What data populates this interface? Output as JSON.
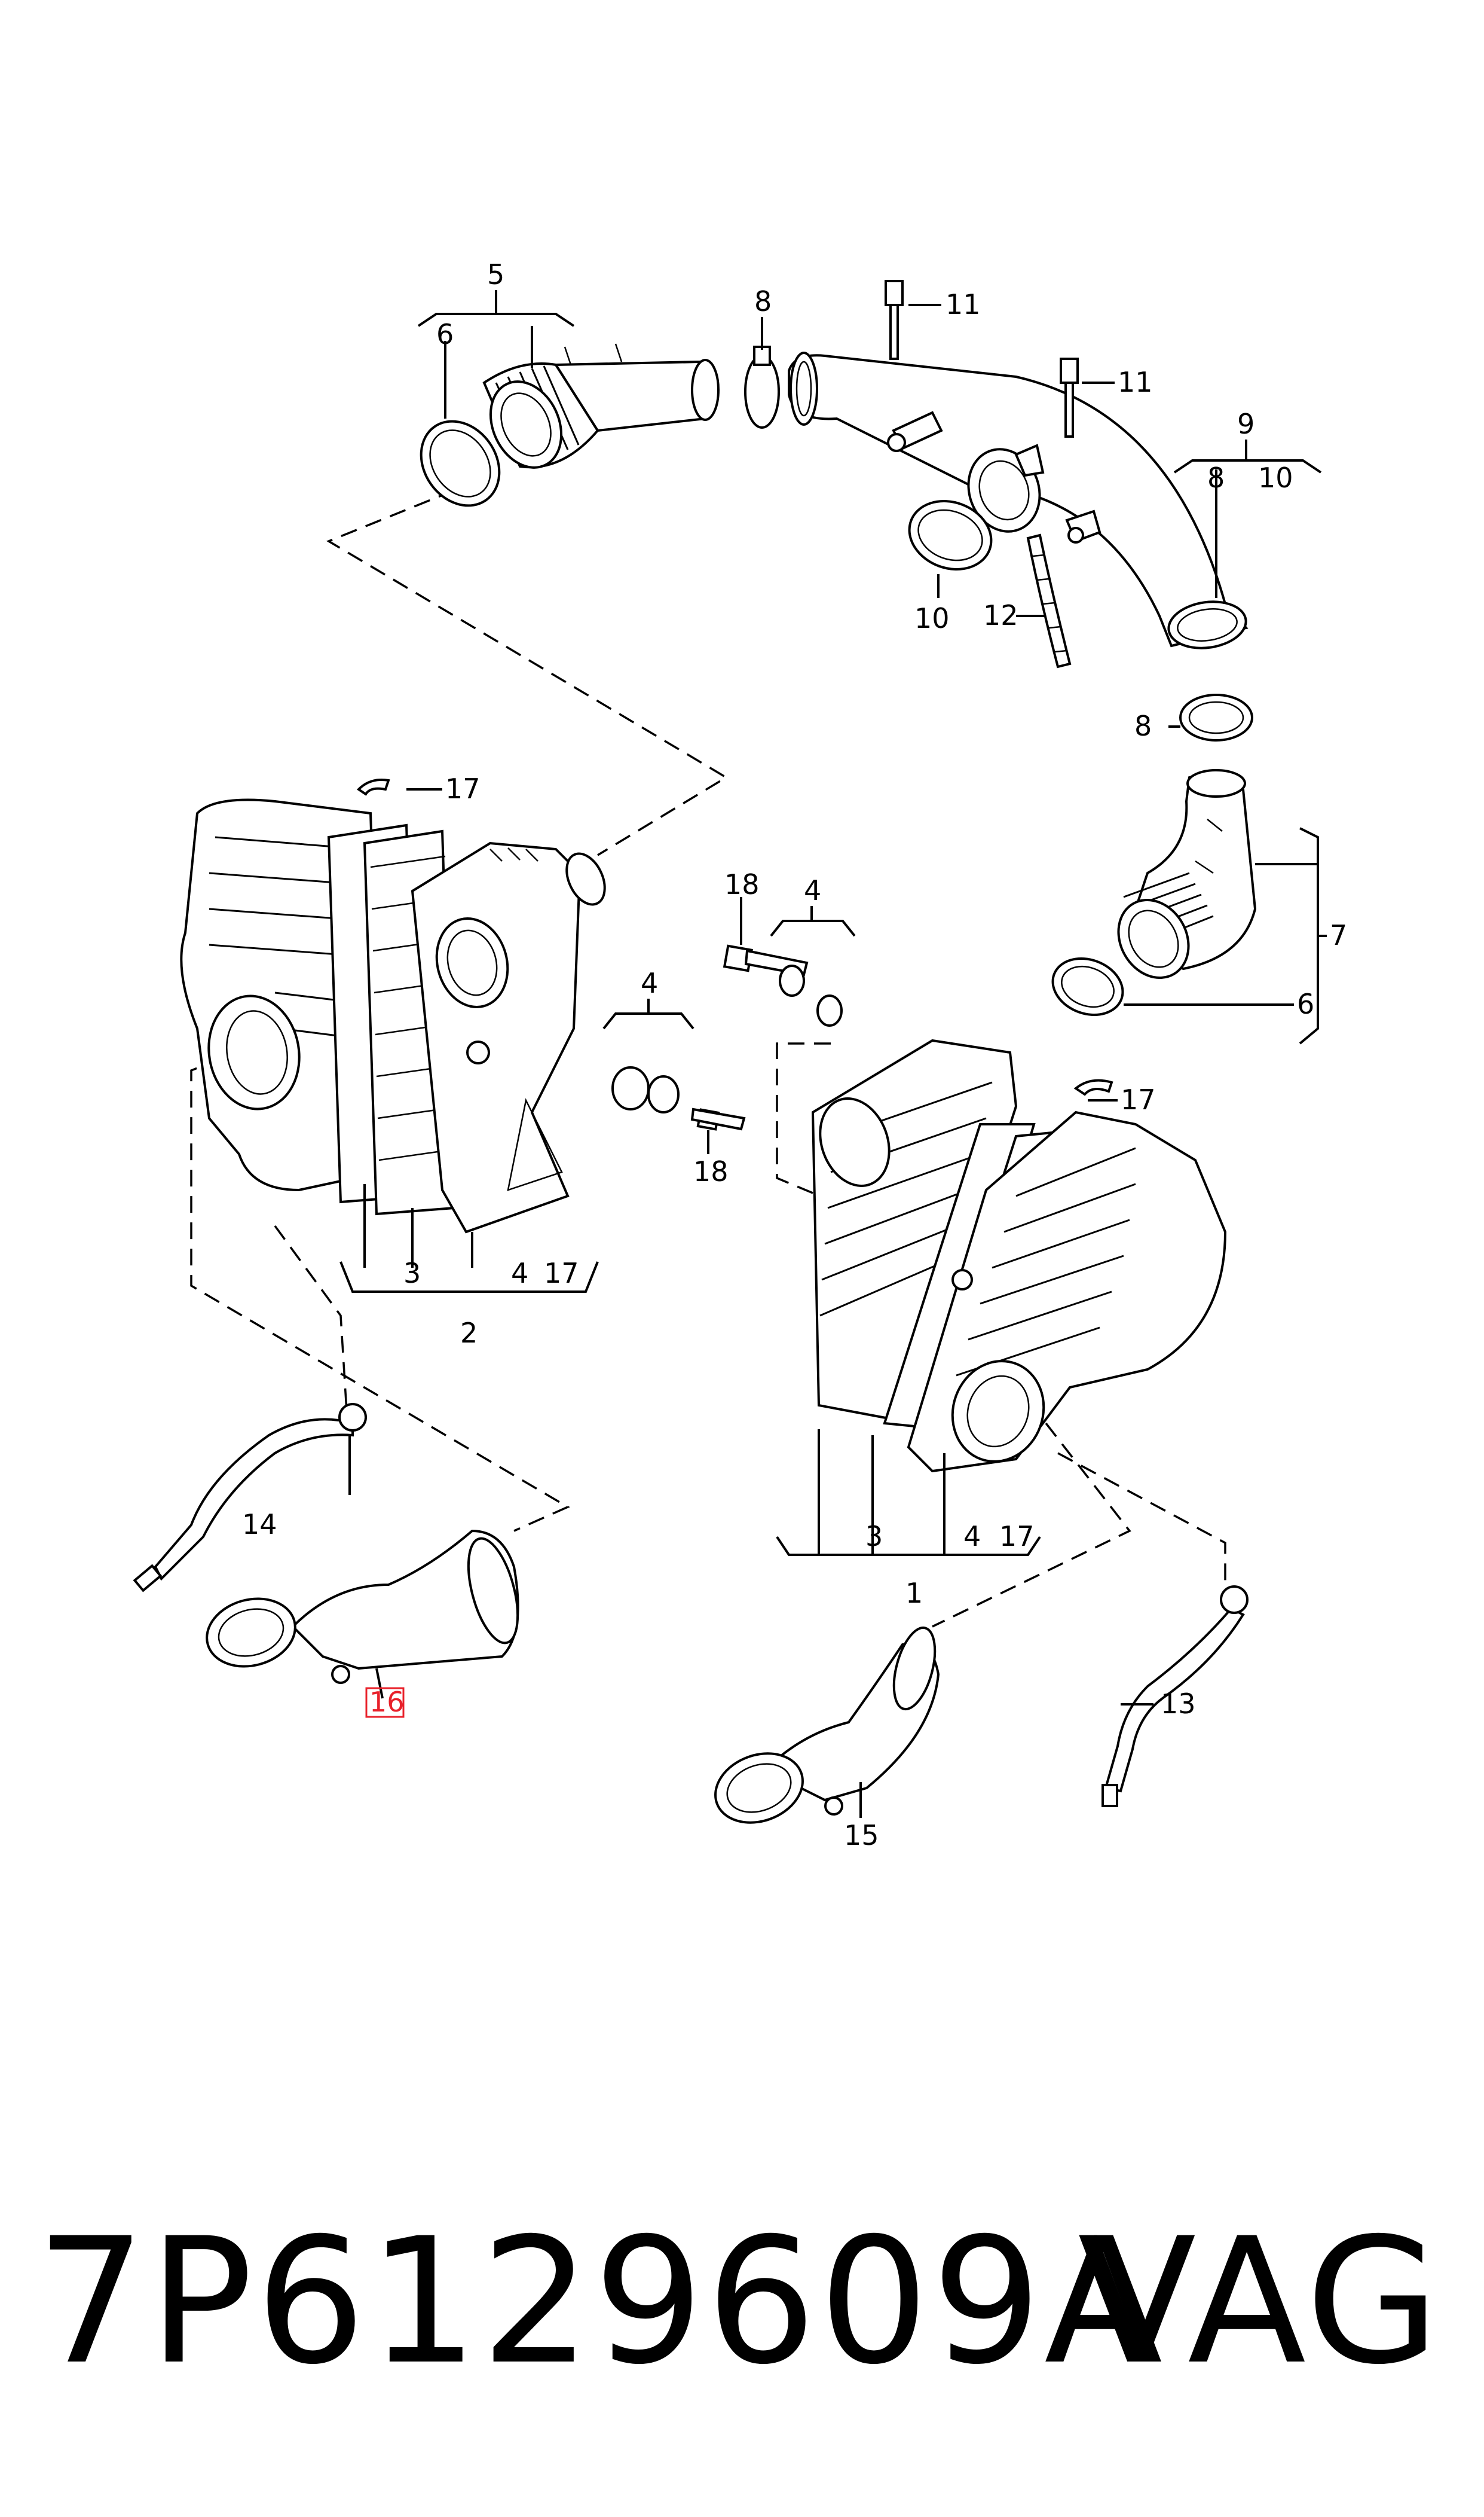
{
  "diagram": {
    "callouts": {
      "c5": "5",
      "c6a": "6",
      "c8a": "8",
      "c11a": "11",
      "c11b": "11",
      "c9": "9",
      "c8b": "8",
      "c10a": "10",
      "c10b": "10",
      "c12": "12",
      "c8c": "8",
      "c17a": "17",
      "c7": "7",
      "c6b": "6",
      "c18a": "18",
      "c4a": "4",
      "c4b": "4",
      "c18b": "18",
      "c3a": "3",
      "c4c": "4",
      "c17b": "17",
      "c2": "2",
      "c17c": "17",
      "c14": "14",
      "c16": "16",
      "c3b": "3",
      "c4d": "4",
      "c17d": "17",
      "c1": "1",
      "c13": "13",
      "c15": "15"
    },
    "highlight_color": "#e8202a"
  },
  "caption": {
    "part_number": "7P6129609A",
    "brand": "VAG"
  }
}
